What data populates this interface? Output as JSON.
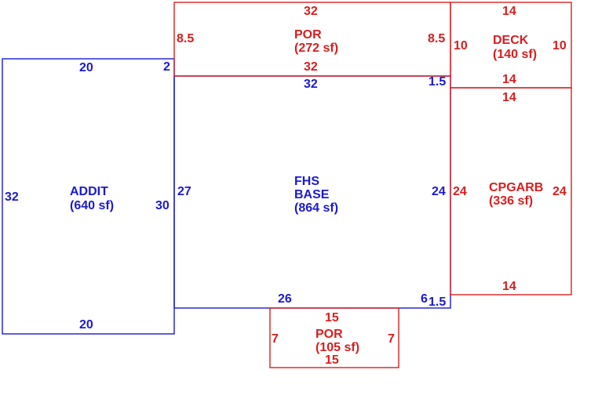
{
  "colors": {
    "blue": "#1a1ad0",
    "red": "#d81e1e"
  },
  "areas": {
    "addit": {
      "name": "ADDIT",
      "area": "(640 sf)"
    },
    "base": {
      "name_line1": "FHS",
      "name_line2": "BASE",
      "area": "(864 sf)"
    },
    "por_top": {
      "name": "POR",
      "area": "(272 sf)"
    },
    "deck": {
      "name": "DECK",
      "area": "(140 sf)"
    },
    "cpgarb": {
      "name": "CPGARB",
      "area": "(336 sf)"
    },
    "por_bottom": {
      "name": "POR",
      "area": "(105 sf)"
    }
  },
  "dims": {
    "addit_top": "20",
    "addit_top_right": "2",
    "addit_left": "32",
    "addit_right": "30",
    "addit_bottom": "20",
    "base_top": "32",
    "base_top_right": "1.5",
    "base_left": "27",
    "base_right": "24",
    "base_bottom": "26",
    "base_bottom_right": "6",
    "base_bottom_right_2": "1.5",
    "por_top_top": "32",
    "por_top_left": "8.5",
    "por_top_right": "8.5",
    "por_top_bottom": "32",
    "deck_top": "14",
    "deck_left": "10",
    "deck_right": "10",
    "deck_bottom": "14",
    "cpgarb_top": "14",
    "cpgarb_left": "24",
    "cpgarb_right": "24",
    "cpgarb_bottom": "14",
    "por_bottom_top": "15",
    "por_bottom_left": "7",
    "por_bottom_right": "7",
    "por_bottom_bottom": "15"
  }
}
